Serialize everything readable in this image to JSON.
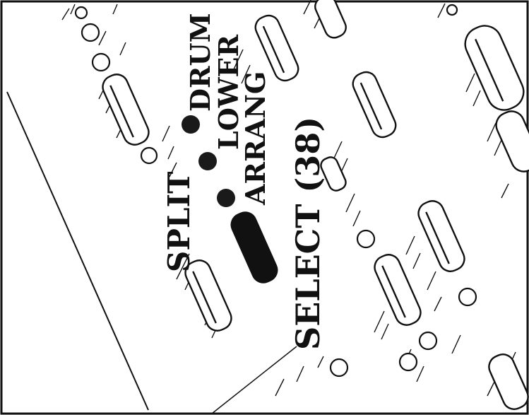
{
  "panel": {
    "section_label": "SPLIT",
    "button_label": "SELECT (38)",
    "indicators": [
      {
        "label": "DRUM"
      },
      {
        "label": "LOWER"
      },
      {
        "label": "ARRANG"
      }
    ]
  },
  "colors": {
    "ink": "#111111",
    "paper": "#ffffff",
    "led_on": "#1a1a1a",
    "button_highlight": "#111111"
  },
  "icons": [
    "led-indicator-icon",
    "round-button-icon",
    "slim-key-icon"
  ]
}
